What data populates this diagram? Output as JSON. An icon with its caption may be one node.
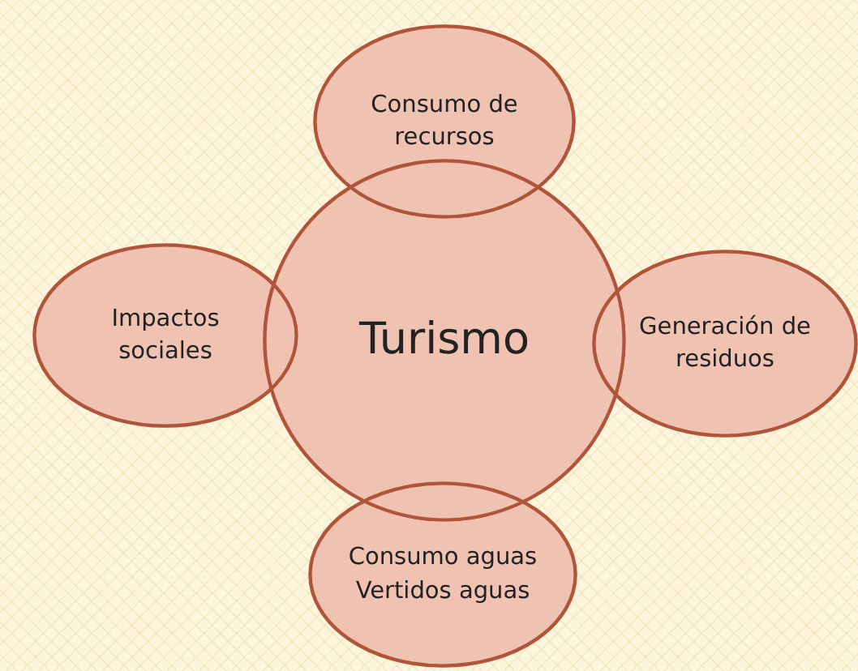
{
  "diagram": {
    "nodes": [
      {
        "text": [
          "Consumo de recursos"
        ]
      },
      {
        "text": [
          "Impactos sociales"
        ]
      },
      {
        "text": [
          "Turismo"
        ]
      },
      {
        "text": [
          "Generación de residuos"
        ]
      },
      {
        "text": [
          "Consumo aguas",
          "Vertidos aguas"
        ]
      }
    ]
  }
}
